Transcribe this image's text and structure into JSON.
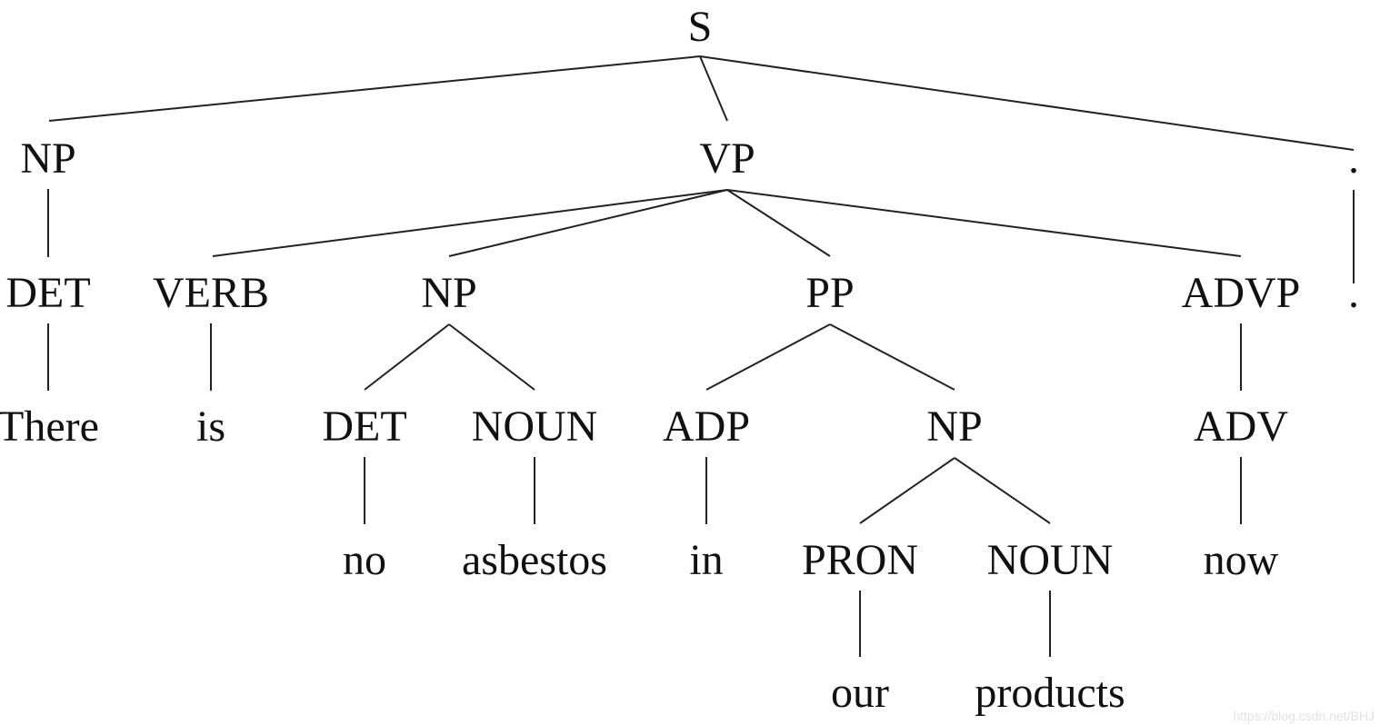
{
  "tree": {
    "nodes": {
      "S": "S",
      "NP1": "NP",
      "VP": "VP",
      "PUNCT": ".",
      "DET1": "DET",
      "VERB": "VERB",
      "NP2": "NP",
      "PP": "PP",
      "ADVP": "ADVP",
      "PUNCTW": ".",
      "There": "There",
      "is": "is",
      "DET2": "DET",
      "NOUN1": "NOUN",
      "ADP": "ADP",
      "NP3": "NP",
      "ADV": "ADV",
      "no": "no",
      "asbestos": "asbestos",
      "in": "in",
      "PRON": "PRON",
      "NOUN2": "NOUN",
      "now": "now",
      "our": "our",
      "products": "products"
    },
    "edges": [
      [
        "S",
        "NP1"
      ],
      [
        "S",
        "VP"
      ],
      [
        "S",
        "PUNCT"
      ],
      [
        "NP1",
        "DET1"
      ],
      [
        "DET1",
        "There"
      ],
      [
        "VP",
        "VERB"
      ],
      [
        "VP",
        "NP2"
      ],
      [
        "VP",
        "PP"
      ],
      [
        "VP",
        "ADVP"
      ],
      [
        "PUNCT",
        "PUNCTW"
      ],
      [
        "VERB",
        "is"
      ],
      [
        "NP2",
        "DET2"
      ],
      [
        "NP2",
        "NOUN1"
      ],
      [
        "DET2",
        "no"
      ],
      [
        "NOUN1",
        "asbestos"
      ],
      [
        "PP",
        "ADP"
      ],
      [
        "PP",
        "NP3"
      ],
      [
        "ADP",
        "in"
      ],
      [
        "NP3",
        "PRON"
      ],
      [
        "NP3",
        "NOUN2"
      ],
      [
        "PRON",
        "our"
      ],
      [
        "NOUN2",
        "products"
      ],
      [
        "ADVP",
        "ADV"
      ],
      [
        "ADV",
        "now"
      ]
    ]
  },
  "watermark": "https://blog.csdn.net/BHJ"
}
